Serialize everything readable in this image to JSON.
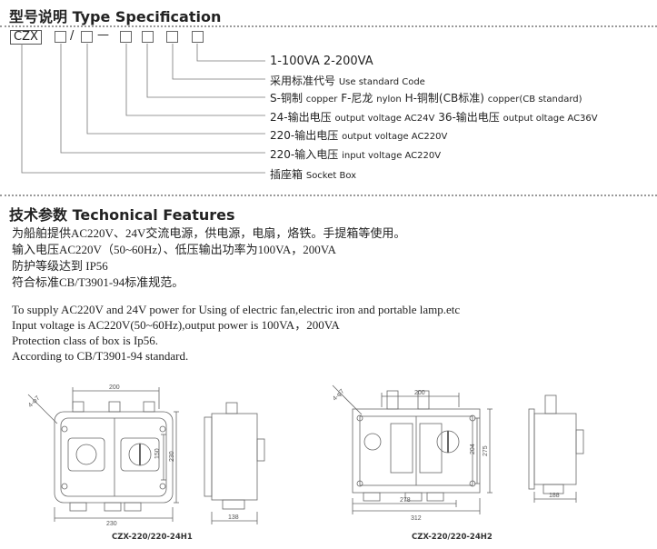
{
  "type_spec": {
    "title": "型号说明 Type Specification",
    "code_prefix": "CZX",
    "sep_slash": "/",
    "sep_dash": "—",
    "lines": [
      {
        "main": "1-100VA  2-200VA",
        "sub": ""
      },
      {
        "main": "采用标准代号",
        "sub": "Use standard Code"
      },
      {
        "main": "S-铜制",
        "sub": "copper",
        "main2": "F-尼龙",
        "sub2": "nylon",
        "main3": "H-铜制(CB标准)",
        "sub3": "copper(CB standard)"
      },
      {
        "main": "24-输出电压",
        "sub": "output voltage  AC24V",
        "main2": "36-输出电压",
        "sub2": "output oltage  AC36V"
      },
      {
        "main": "220-输出电压",
        "sub": "output voltage  AC220V"
      },
      {
        "main": "220-输入电压",
        "sub": "input voltage  AC220V"
      },
      {
        "main": "插座箱",
        "sub": "Socket Box"
      }
    ]
  },
  "features": {
    "title": "技术参数 Techonical Features",
    "cn_lines": [
      "为船舶提供AC220V、24V交流电源，供电源，电扇，烙铁。手提箱等使用。",
      "输入电压AC220V（50~60Hz）、低压输出功率为100VA，200VA",
      "防护等级达到 IP56",
      "符合标准CB/T3901-94标准规范。"
    ],
    "en_lines": [
      "To supply AC220V and 24V power for Using of electric fan,electric iron and portable lamp.etc",
      "Input voltage is AC220V(50~60Hz),output power is 100VA，200VA",
      "Protection class of box is Ip56.",
      "According to CB/T3901-94 standard."
    ]
  },
  "drawings": {
    "left": {
      "caption": "CZX-220/220-24H1",
      "dims": {
        "top": "200",
        "inner": "150",
        "right": "230",
        "bottom": "230",
        "side": "138",
        "holes": "4-φ7"
      }
    },
    "right": {
      "caption": "CZX-220/220-24H2",
      "dims": {
        "top": "200",
        "inner": "204",
        "right": "275",
        "bottom_inner": "278",
        "bottom": "312",
        "side": "188",
        "holes": "4-φ7"
      }
    }
  }
}
